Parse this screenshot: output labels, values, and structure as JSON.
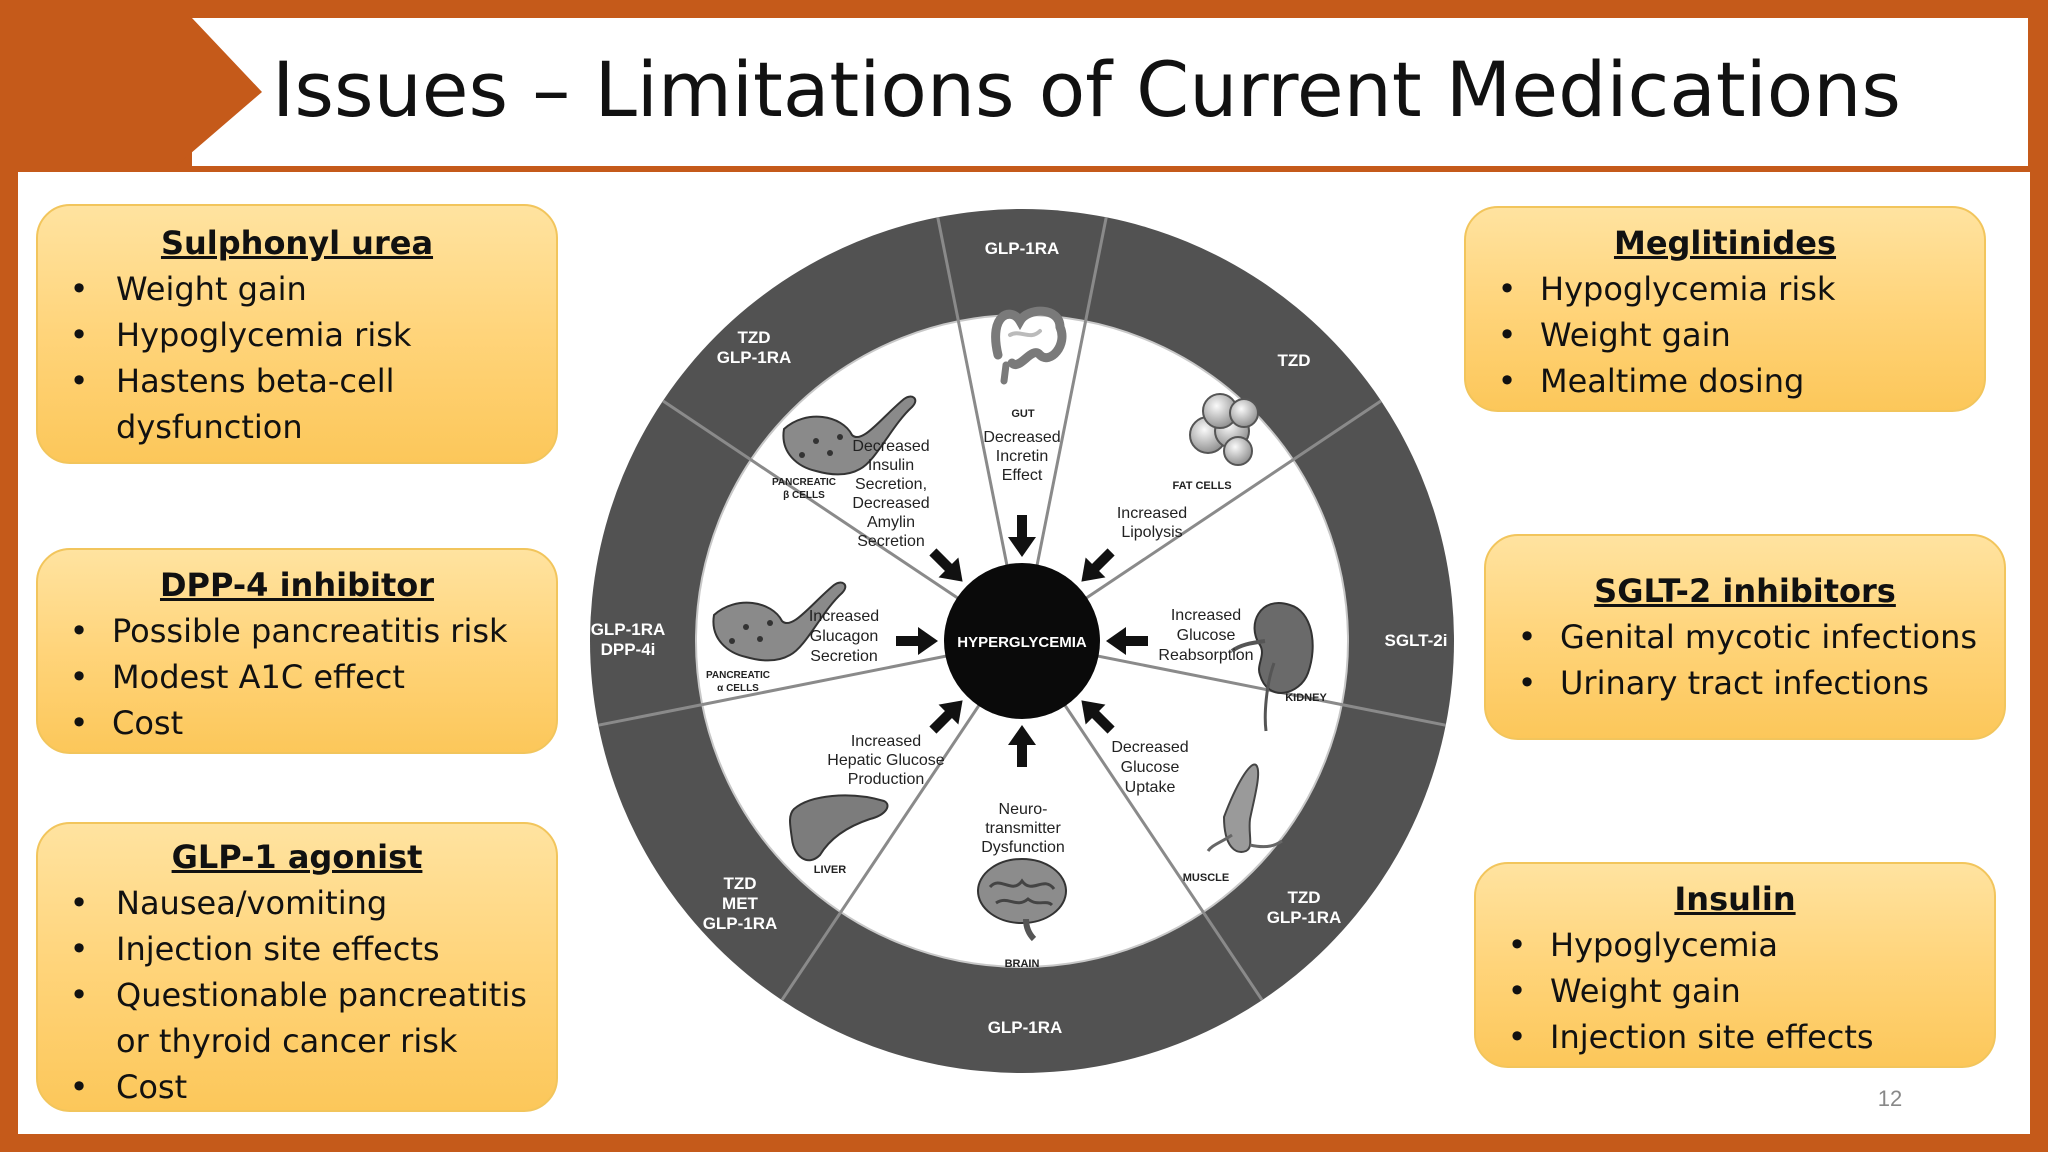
{
  "title": "Issues – Limitations of Current Medications",
  "page_number": "12",
  "bullet_char": "•",
  "colors": {
    "accent": "#c55a1a",
    "box_fill": "#ffd47a",
    "ring": "#555555"
  },
  "boxes": {
    "sulphonyl": {
      "title": "Sulphonyl urea",
      "items": [
        "Weight gain",
        "Hypoglycemia risk",
        "Hastens beta-cell dysfunction"
      ]
    },
    "dpp4": {
      "title": "DPP-4 inhibitor",
      "items": [
        "Possible pancreatitis risk",
        "Modest A1C effect",
        "Cost"
      ]
    },
    "glp1": {
      "title": "GLP-1 agonist",
      "items": [
        "Nausea/vomiting",
        "Injection site effects",
        "Questionable pancreatitis or thyroid cancer risk",
        "Cost"
      ]
    },
    "meglitinides": {
      "title": "Meglitinides",
      "items": [
        "Hypoglycemia risk",
        "Weight gain",
        "Mealtime dosing"
      ]
    },
    "sglt2": {
      "title": "SGLT-2 inhibitors",
      "items": [
        "Genital mycotic infections",
        "Urinary tract infections"
      ]
    },
    "insulin": {
      "title": "Insulin",
      "items": [
        "Hypoglycemia",
        "Weight gain",
        "Injection site effects"
      ]
    }
  },
  "wheel": {
    "center": "HYPERGLYCEMIA",
    "ring": {
      "top": "GLP-1RA",
      "top_right": "TZD",
      "right": "SGLT-2i",
      "bottom_right": [
        "TZD",
        "GLP-1RA"
      ],
      "bottom": "GLP-1RA",
      "bottom_left": [
        "TZD",
        "MET",
        "GLP-1RA"
      ],
      "left": [
        "GLP-1RA",
        "DPP-4i"
      ],
      "top_left": [
        "TZD",
        "GLP-1RA"
      ]
    },
    "organs": {
      "gut": "GUT",
      "fat": "FAT CELLS",
      "kidney": "KIDNEY",
      "muscle": "MUSCLE",
      "brain": "BRAIN",
      "liver": "LIVER",
      "pancreas_alpha": [
        "PANCREATIC",
        "α CELLS"
      ],
      "pancreas_beta": [
        "PANCREATIC",
        "β CELLS"
      ]
    },
    "defects": {
      "incretin": [
        "Decreased",
        "Incretin",
        "Effect"
      ],
      "lipolysis": [
        "Increased",
        "Lipolysis"
      ],
      "glucose_reabsorption": [
        "Increased",
        "Glucose",
        "Reabsorption"
      ],
      "glucose_uptake": [
        "Decreased",
        "Glucose",
        "Uptake"
      ],
      "neurotransmitter": [
        "Neuro-",
        "transmitter",
        "Dysfunction"
      ],
      "hepatic": [
        "Increased",
        "Hepatic Glucose",
        "Production"
      ],
      "glucagon": [
        "Increased",
        "Glucagon",
        "Secretion"
      ],
      "insulin_secretion": [
        "Decreased",
        "Insulin",
        "Secretion,",
        "Decreased",
        "Amylin",
        "Secretion"
      ]
    }
  }
}
